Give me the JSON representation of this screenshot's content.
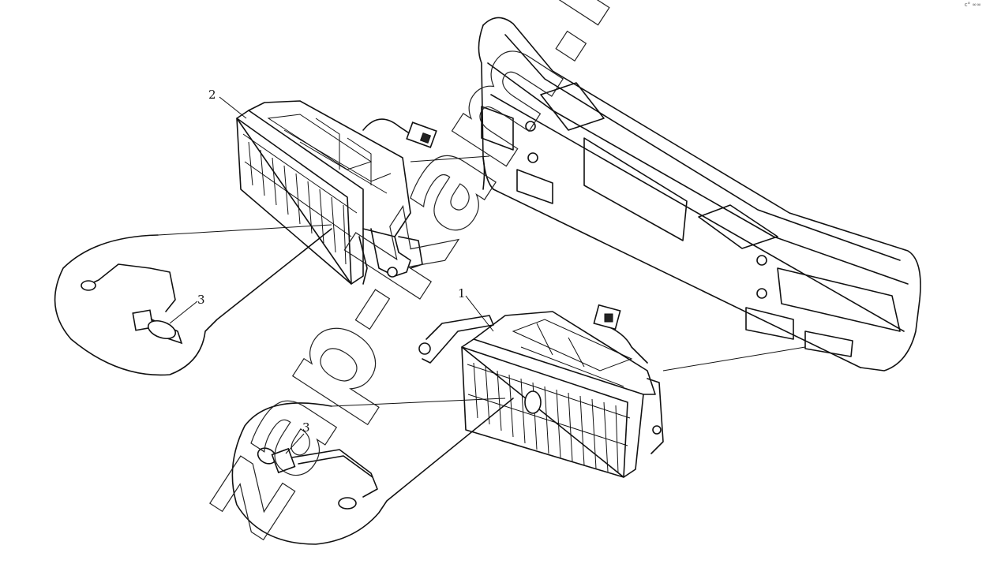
{
  "labels": {
    "item_1": "1",
    "item_2": "2",
    "item_3_upper": "3",
    "item_3_lower": "3"
  },
  "watermark": "zap-kam.ru",
  "corner_mark": "c° ∞∞"
}
